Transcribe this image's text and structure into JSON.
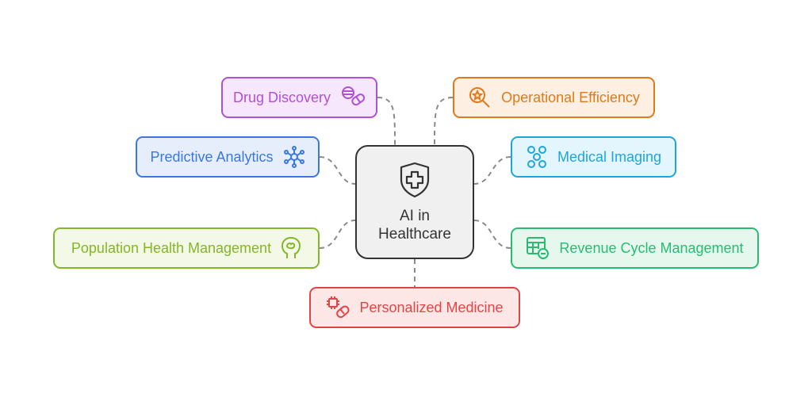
{
  "center": {
    "line1": "AI in",
    "line2": "Healthcare",
    "icon": "shield-plus-icon"
  },
  "nodes": {
    "drug": {
      "label": "Drug Discovery",
      "icon": "pill-capsule-icon",
      "color": "#b050d6",
      "fill": "#f7e7fc"
    },
    "operational": {
      "label": "Operational Efficiency",
      "icon": "star-magnifier-icon",
      "color": "#e0791c",
      "fill": "#fdf0e2"
    },
    "predictive": {
      "label": "Predictive Analytics",
      "icon": "network-eye-icon",
      "color": "#3a78df",
      "fill": "#e6eefc"
    },
    "imaging": {
      "label": "Medical Imaging",
      "icon": "cells-icon",
      "color": "#1fa5dd",
      "fill": "#e4f6fd"
    },
    "population": {
      "label": "Population Health Management",
      "icon": "head-brain-icon",
      "color": "#84b62a",
      "fill": "#f3f9e6"
    },
    "revenue": {
      "label": "Revenue Cycle Management",
      "icon": "table-minus-icon",
      "color": "#28bc72",
      "fill": "#e6f8ee"
    },
    "personalized": {
      "label": "Personalized Medicine",
      "icon": "chip-pill-icon",
      "color": "#e04646",
      "fill": "#fde6e6"
    }
  }
}
